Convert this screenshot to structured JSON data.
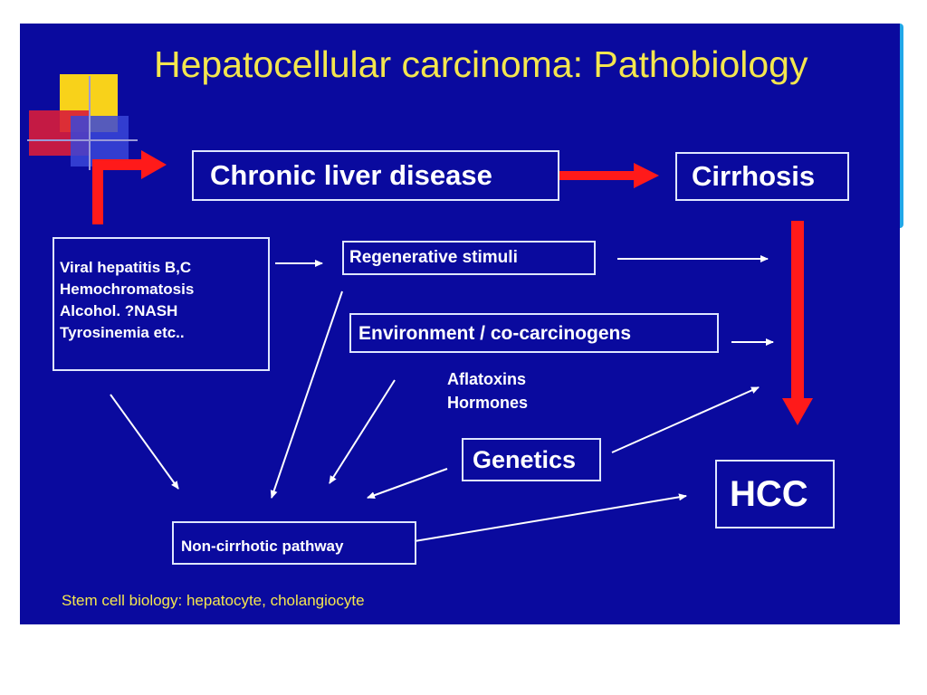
{
  "slide": {
    "title": "Hepatocellular carcinoma: Pathobiology",
    "footer": "Stem cell biology: hepatocyte, cholangiocyte"
  },
  "nodes": {
    "chronic_liver_disease": "Chronic liver disease",
    "cirrhosis": "Cirrhosis",
    "causes": [
      "Viral hepatitis B,C",
      "Hemochromatosis",
      "Alcohol. ?NASH",
      "Tyrosinemia etc.."
    ],
    "regenerative_stimuli": "Regenerative stimuli",
    "environment": "Environment / co-carcinogens",
    "cofactors": [
      "Aflatoxins",
      "Hormones"
    ],
    "genetics": "Genetics",
    "hcc": "HCC",
    "non_cirrhotic": "Non-cirrhotic pathway"
  },
  "colors": {
    "background": "#0a0a9e",
    "title": "#f4e64e",
    "arrow_major": "#ff1a1a",
    "arrow_minor": "#ffffff",
    "accent_band": "#22a8e8"
  }
}
